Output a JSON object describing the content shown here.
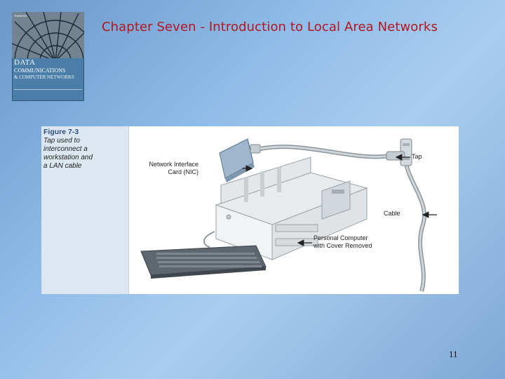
{
  "slide": {
    "title": "Chapter Seven - Introduction to Local Area Networks",
    "page_number": "11"
  },
  "book_cover": {
    "title_line1": "DATA",
    "title_line2": "COMMUNICATIONS",
    "title_line3": "& COMPUTER NETWORKS"
  },
  "figure": {
    "label": "Figure 7-3",
    "caption": "Tap used to\ninterconnect a\nworkstation and\na LAN cable",
    "callouts": {
      "nic": "Network Interface\nCard (NIC)",
      "tap": "Tap",
      "cable": "Cable",
      "pc": "Personal Computer\nwith Cover Removed"
    }
  },
  "colors": {
    "title": "#b3161e",
    "figure_label": "#2d4d80",
    "background": "#8fbbe8"
  }
}
